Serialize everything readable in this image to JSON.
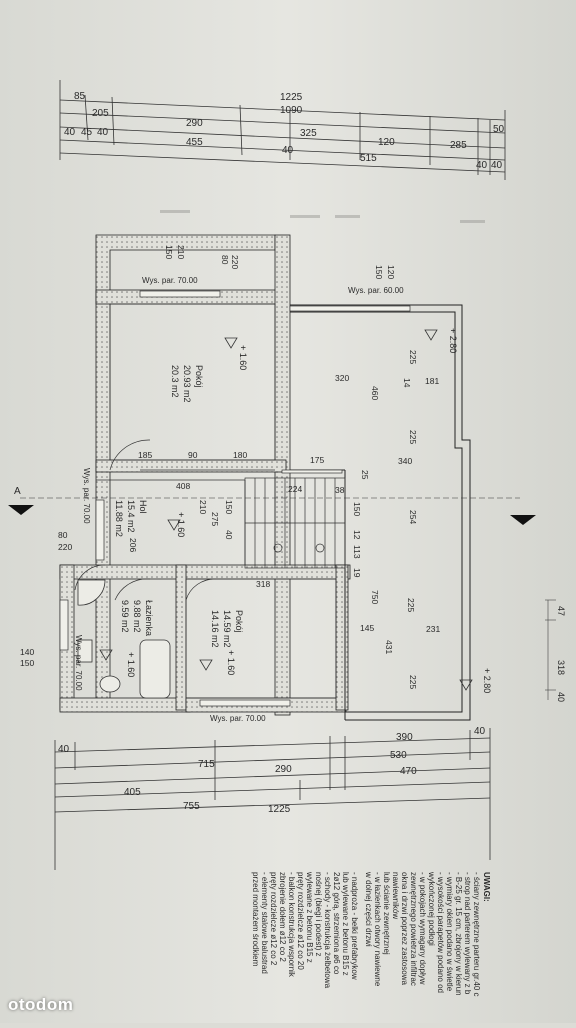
{
  "watermark": "otodom",
  "dimensions_top": {
    "row1": [
      "85",
      "1225"
    ],
    "row2": [
      "205",
      "1090"
    ],
    "row3": [
      "290",
      "325",
      "50"
    ],
    "row4": [
      "40",
      "45",
      "40",
      "455",
      "120",
      "285"
    ],
    "row5": [
      "40",
      "515",
      "40",
      "40"
    ]
  },
  "dimensions_bottom": {
    "row1": [
      "40",
      "390",
      "40"
    ],
    "row2": [
      "715",
      "290",
      "530"
    ],
    "row3": [
      "405",
      "470"
    ],
    "row4": [
      "755"
    ],
    "row5": [
      "1225"
    ]
  },
  "rooms": {
    "room1": {
      "name": "Pokój",
      "area1": "20.93 m2",
      "area2": "20.3 m2",
      "level": "+ 1.60"
    },
    "room2": {
      "name": "Pokój",
      "area1": "14.59 m2",
      "area2": "14.16 m2",
      "level": "+ 1.60"
    },
    "hall": {
      "name": "Hol",
      "area1": "15.4 m2",
      "area2": "11.88 m2",
      "level": "+ 1.60"
    },
    "bath": {
      "name": "Łazienka",
      "area1": "9.88 m2",
      "area2": "9.59 m2",
      "level": "+ 1.60"
    },
    "garage": {
      "level_top": "+ 2.80",
      "level_bottom": "+ 2.80"
    }
  },
  "sill_labels": {
    "a": "Wys. par. 70.00",
    "b": "Wys. par. 60.00",
    "c": "Wys. par. 70.00",
    "d": "Wys. par. 70.00",
    "e": "Wys. par. 70.00"
  },
  "interior_dims": [
    "320",
    "181",
    "460",
    "225",
    "225",
    "340",
    "175",
    "185",
    "90",
    "180",
    "408",
    "224",
    "38",
    "150",
    "275",
    "150",
    "40",
    "254",
    "12",
    "113",
    "19",
    "750",
    "231",
    "145",
    "431",
    "225",
    "318",
    "206",
    "225",
    "210",
    "220",
    "80",
    "210",
    "150",
    "120",
    "150",
    "80",
    "220",
    "140",
    "150",
    "14",
    "25"
  ],
  "section_label": "A",
  "right_margin_nums": [
    "47",
    "318",
    "40"
  ],
  "notes": {
    "title": "UWAGI:",
    "lines": [
      "- ściany zewnętrzne parteru gr.40 c",
      "- strop nad parterem wylewany z b",
      "- B-25 gr. 15 cm, zbrojony w kierun",
      "- wymiary okien podano w świetle",
      "- wysokości parapetów podano od",
      "  wykończonej podłogi",
      "- w pokojach wymagany dopływ",
      "  zewnętrznego powietrza infiltrac",
      "  okna i drzwi poprzez zastosowa",
      "  nawiewników",
      "  lub ścianie zewnętrznej",
      "- w łazienkach otwory nawiewne",
      "  w dolnej części drzwi",
      "- nadproża - belki prefabrykow",
      "  lub wylewane z betonu B15 z",
      "  2ø12 górą, strzemiona ø6 co",
      "- schody - konstrukcja żelbetowa",
      "  nośnej (biegi i podest) z",
      "  wylewane z betonu B15 z",
      "  pręty rozdzielcze ø12 co 20",
      "- balkon konstrukcja wspornik",
      "  zbrojenie dołem ø12 co 2",
      "  pręty rozdzielcze ø12 co 2",
      "- elementy stalowe balustrad",
      "  przed montażem środkiem"
    ]
  }
}
